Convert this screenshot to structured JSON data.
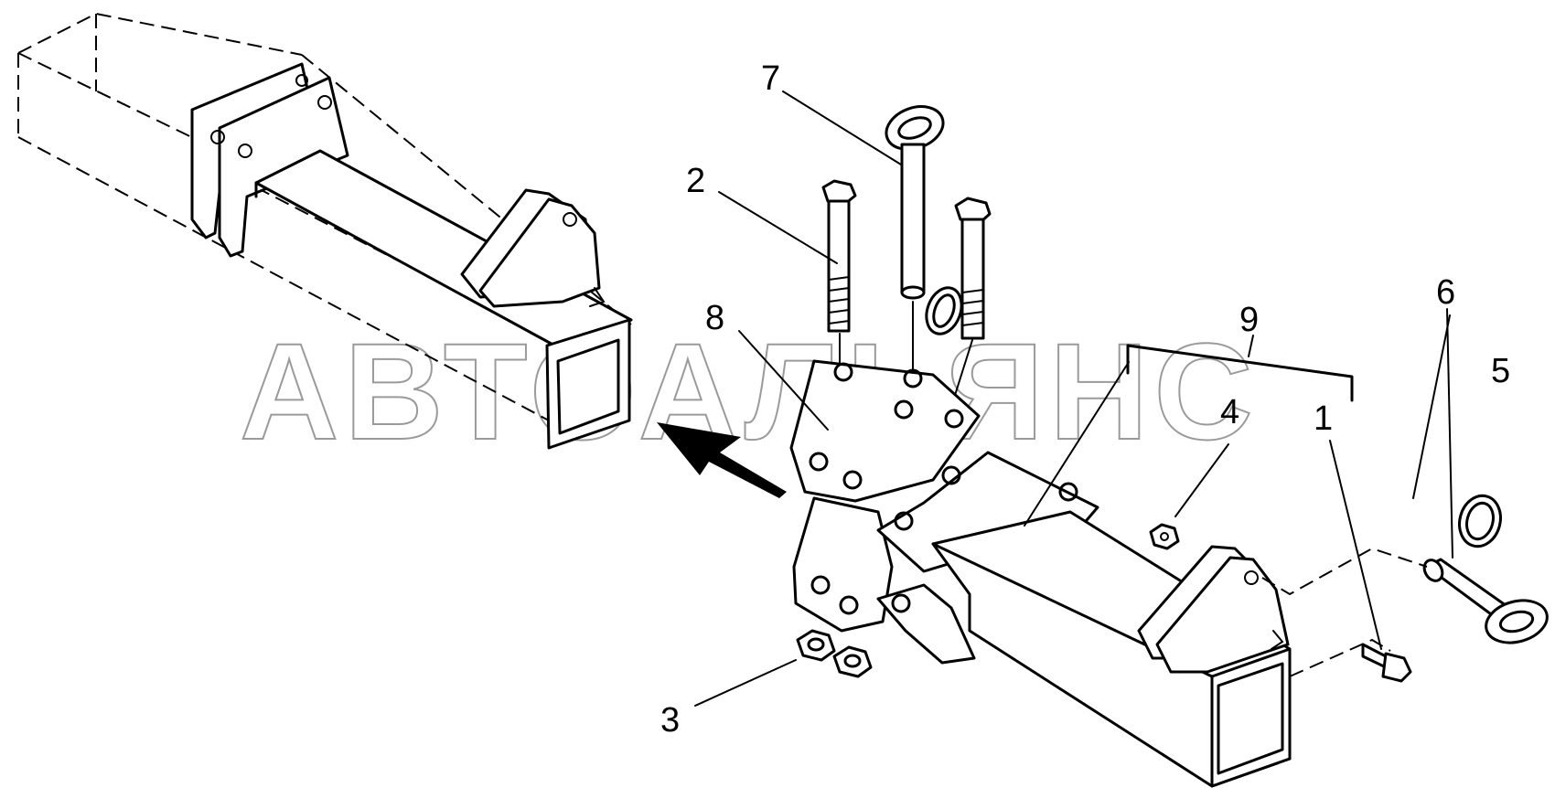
{
  "watermark": "АВТОАЛЬЯНС",
  "callouts": [
    {
      "id": "1",
      "label": "1"
    },
    {
      "id": "2",
      "label": "2"
    },
    {
      "id": "3",
      "label": "3"
    },
    {
      "id": "4",
      "label": "4"
    },
    {
      "id": "5",
      "label": "5"
    },
    {
      "id": "6",
      "label": "6"
    },
    {
      "id": "7",
      "label": "7"
    },
    {
      "id": "8",
      "label": "8"
    },
    {
      "id": "9",
      "label": "9"
    }
  ]
}
